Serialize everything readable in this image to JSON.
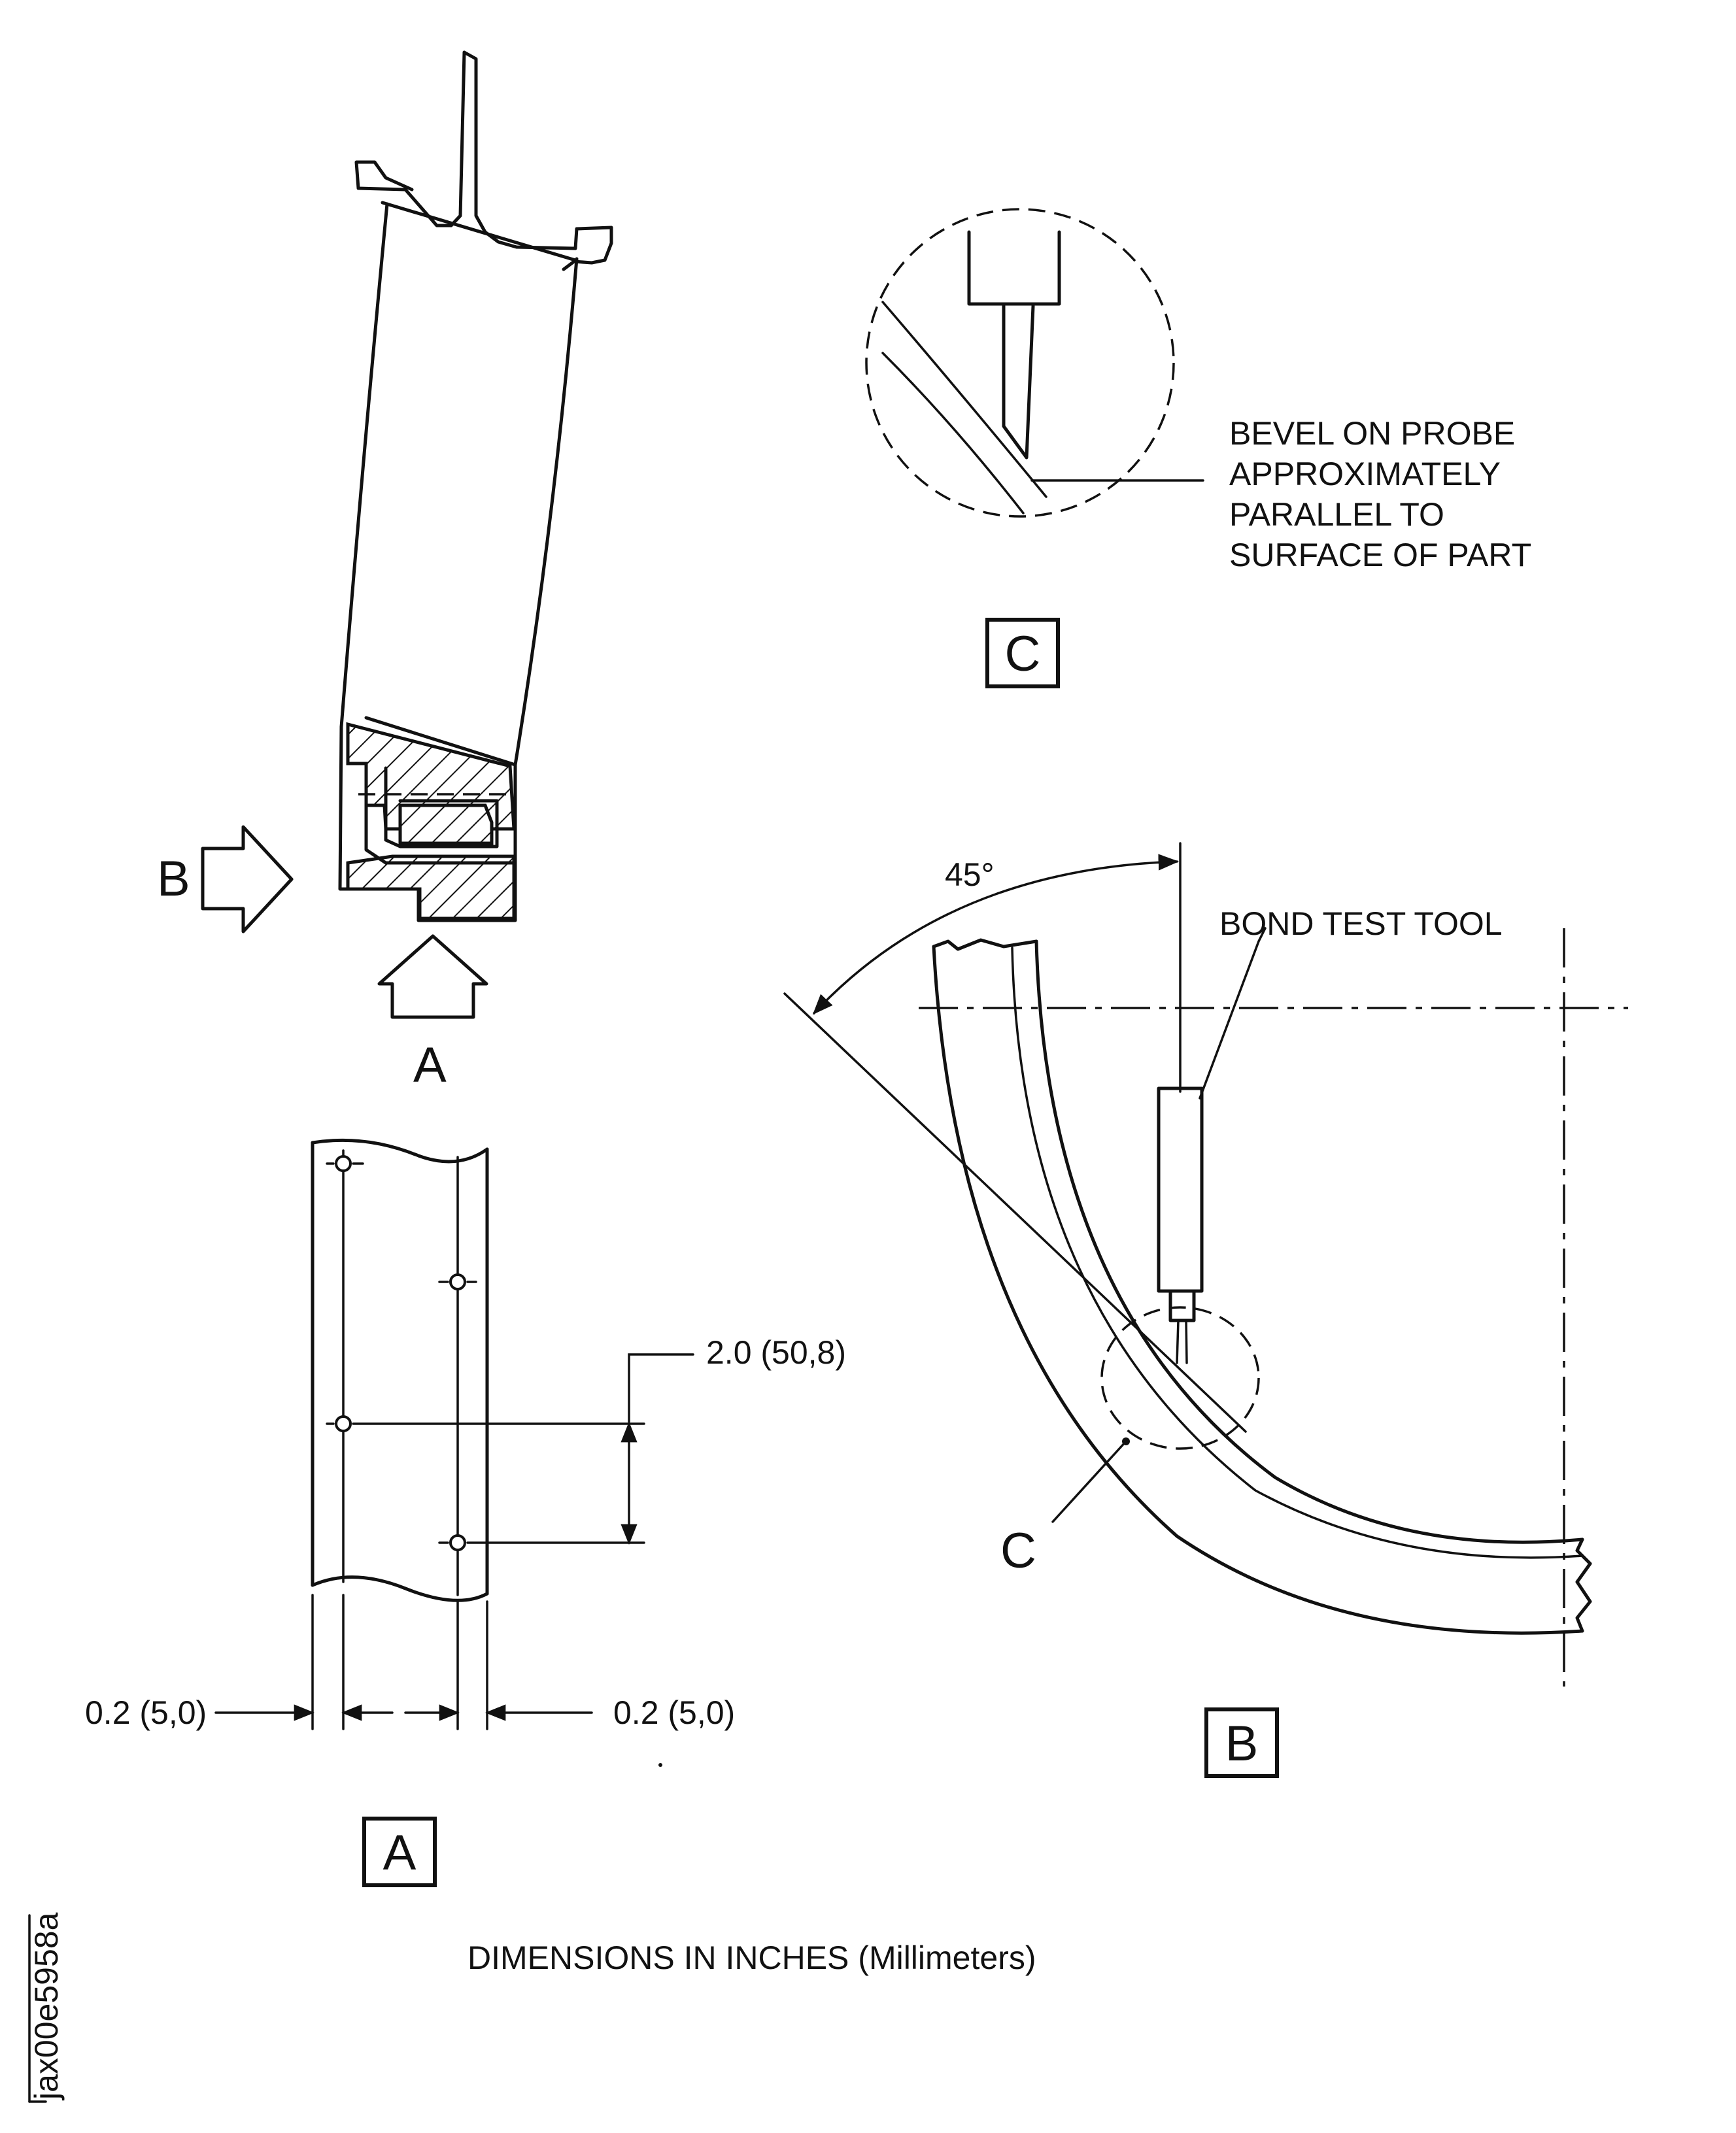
{
  "labels": {
    "view_a_arrow": "A",
    "view_b_arrow": "B",
    "view_a_title": "A",
    "view_b_title": "B",
    "view_c_title": "C",
    "detail_c_callout": "C",
    "bevel_note": [
      "BEVEL ON PROBE",
      "APPROXIMATELY",
      "PARALLEL TO",
      "SURFACE OF PART"
    ],
    "bond_test_tool": "BOND TEST TOOL",
    "angle": "45°",
    "dim_spacing": "2.0 (50,8)",
    "dim_edge_left": "0.2 (5,0)",
    "dim_edge_right": "0.2 (5,0)",
    "dimensions_note": "DIMENSIONS IN INCHES (Millimeters)",
    "figure_id": "jax00e5958a"
  }
}
